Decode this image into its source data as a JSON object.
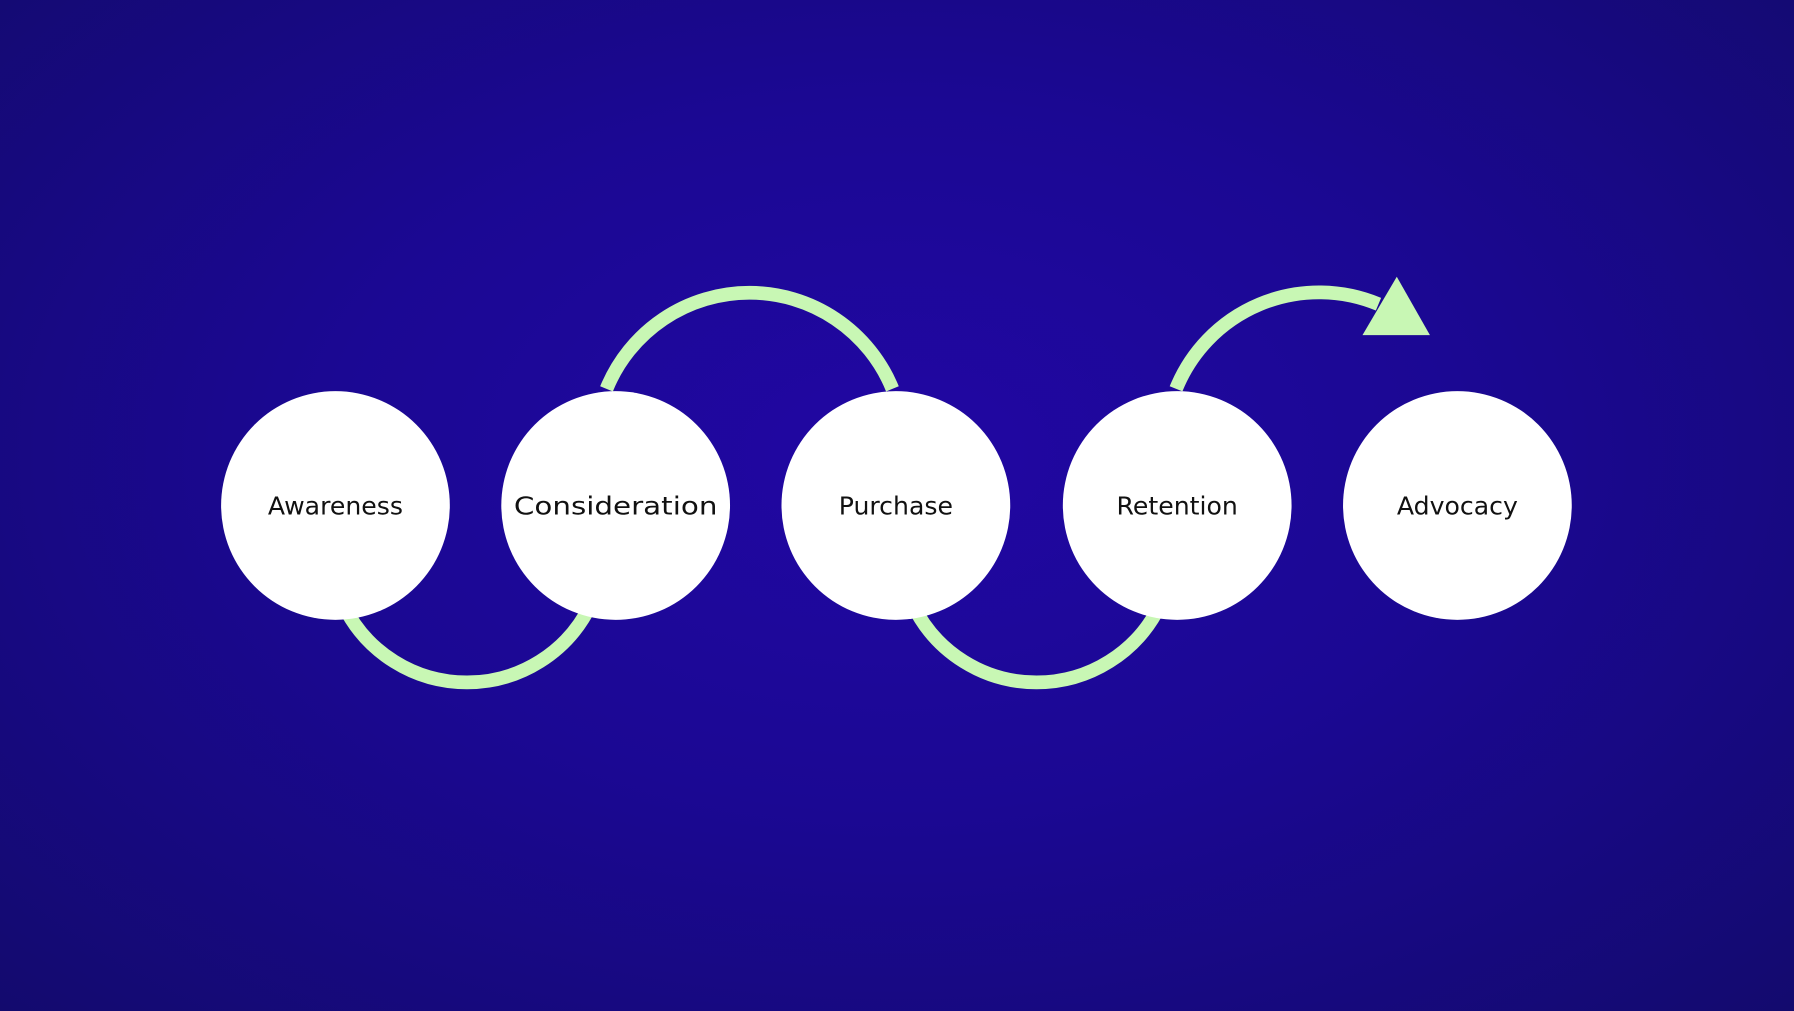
{
  "diagram": {
    "title": "Customer journey stages",
    "stages": [
      {
        "label": "Awareness"
      },
      {
        "label": "Consideration"
      },
      {
        "label": "Purchase"
      },
      {
        "label": "Retention"
      },
      {
        "label": "Advocacy"
      }
    ],
    "colors": {
      "connector": "#c8f7b4",
      "node": "#ffffff",
      "background": "#1b0893"
    }
  }
}
